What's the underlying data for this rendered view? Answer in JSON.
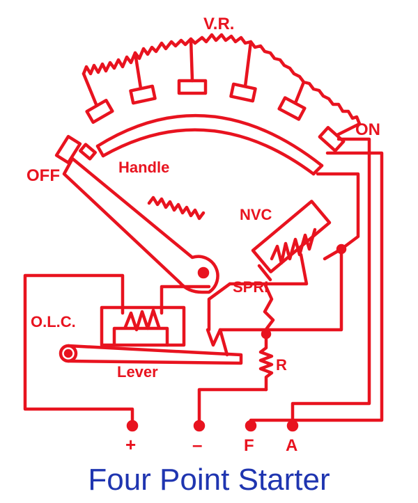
{
  "colors": {
    "diagram": "#e8131f",
    "caption": "#1f35b0",
    "background": "#ffffff"
  },
  "labels": {
    "vr": "V.R.",
    "on": "ON",
    "off": "OFF",
    "handle": "Handle",
    "nvc": "NVC",
    "spring": "SPRI",
    "olc": "O.L.C.",
    "lever": "Lever",
    "resistor": "R"
  },
  "terminals": {
    "plus": "+",
    "minus": "–",
    "field": "F",
    "armature": "A"
  },
  "caption": "Four Point Starter"
}
